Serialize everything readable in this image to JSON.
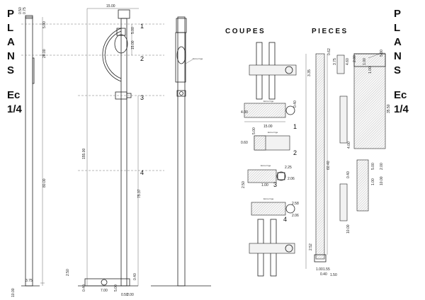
{
  "left_title": {
    "letters": [
      "P",
      "L",
      "A",
      "N",
      "S"
    ],
    "scale_1": "Ec",
    "scale_2": "1/4"
  },
  "right_title": {
    "letters": [
      "P",
      "L",
      "A",
      "N",
      "S"
    ],
    "scale_1": "Ec",
    "scale_2": "1/4"
  },
  "headers": {
    "coupes": "COUPES",
    "pieces": "PIECES"
  },
  "section_marks": [
    "1",
    "2",
    "3",
    "4"
  ],
  "dims_left": {
    "d1": "0.50",
    "d2": "0.75",
    "d3": "5.00",
    "d4": "20.00",
    "d5": "80.00",
    "d6": "2.50",
    "d7": "3.75",
    "d8": "10.00"
  },
  "dims_front": {
    "top": "15.00",
    "a": "5.00",
    "b": "15.00",
    "big": "155.00",
    "tall": "75.37",
    "bot1": "0.40",
    "bot2": "0.40",
    "bot3": "7.00",
    "bot4": "5.00",
    "bot5": "0.50",
    "bot6": "2.00"
  },
  "dims_coupes": {
    "c1a": "4.00",
    "c1b": "15.00",
    "c1c": "0.40",
    "c2a": "0.60",
    "c2b": "5.00",
    "c3a": "2.50",
    "c3b": "2.25",
    "c3c": "1.00",
    "c3d": "2.06",
    "c4a": "2.58",
    "c4b": "2.06"
  },
  "dims_pieces": {
    "p1": "0.62",
    "p2": "3.35",
    "p3": "3.75",
    "p4": "4.60",
    "p5": "1.00",
    "p6": "2.00",
    "p7": "5.00",
    "p8": "1.00",
    "p9": "35.50",
    "p10": "60.40",
    "p11": "4.00",
    "p12": "5.00",
    "p13": "0.40",
    "p14": "2.00",
    "p15": "10.00",
    "p16": "2.52",
    "p17": "1.00",
    "p18": "1.55",
    "p19": "0.40",
    "p20": "1.50",
    "p21": "1.00",
    "p22": "10.00"
  },
  "notes": {
    "n1": "Ecrou/ tige",
    "n2": "Ecrou/ tige",
    "n3": "Ecrou/ tige",
    "n4": "Ecrou/ tige",
    "n5": "Ecrou/ tige",
    "n6": "Ecrou"
  }
}
